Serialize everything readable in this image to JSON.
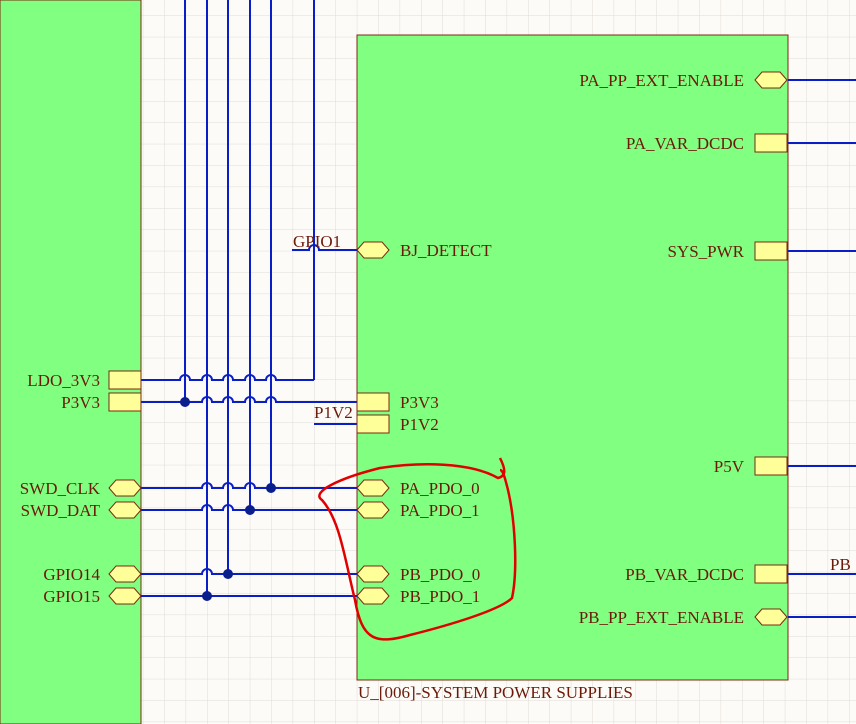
{
  "colors": {
    "sheet_fill": "#80ff80",
    "port_fill": "#ffff99",
    "wire": "#0a1ec8",
    "text": "#6b1a0a",
    "annotation": "#e00000",
    "grid": "#e0dcd8"
  },
  "sheet_symbol": {
    "designator": "U_[006]-SYSTEM POWER SUPPLIES"
  },
  "left_block_ports": [
    {
      "name": "LDO_3V3",
      "shape": "rect"
    },
    {
      "name": "P3V3",
      "shape": "rect"
    },
    {
      "name": "SWD_CLK",
      "shape": "hex"
    },
    {
      "name": "SWD_DAT",
      "shape": "hex"
    },
    {
      "name": "GPIO14",
      "shape": "hex"
    },
    {
      "name": "GPIO15",
      "shape": "hex"
    }
  ],
  "sheet_left_ports": [
    {
      "name": "BJ_DETECT",
      "shape": "hex"
    },
    {
      "name": "P3V3",
      "shape": "rect"
    },
    {
      "name": "P1V2",
      "shape": "rect"
    },
    {
      "name": "PA_PDO_0",
      "shape": "hex"
    },
    {
      "name": "PA_PDO_1",
      "shape": "hex"
    },
    {
      "name": "PB_PDO_0",
      "shape": "hex"
    },
    {
      "name": "PB_PDO_1",
      "shape": "hex"
    }
  ],
  "sheet_right_ports": [
    {
      "name": "PA_PP_EXT_ENABLE",
      "shape": "hex"
    },
    {
      "name": "PA_VAR_DCDC",
      "shape": "rect"
    },
    {
      "name": "SYS_PWR",
      "shape": "rect"
    },
    {
      "name": "P5V",
      "shape": "rect"
    },
    {
      "name": "PB_VAR_DCDC",
      "shape": "rect"
    },
    {
      "name": "PB_PP_EXT_ENABLE",
      "shape": "hex"
    }
  ],
  "net_labels": [
    "GPIO1",
    "P1V2",
    "PB"
  ]
}
